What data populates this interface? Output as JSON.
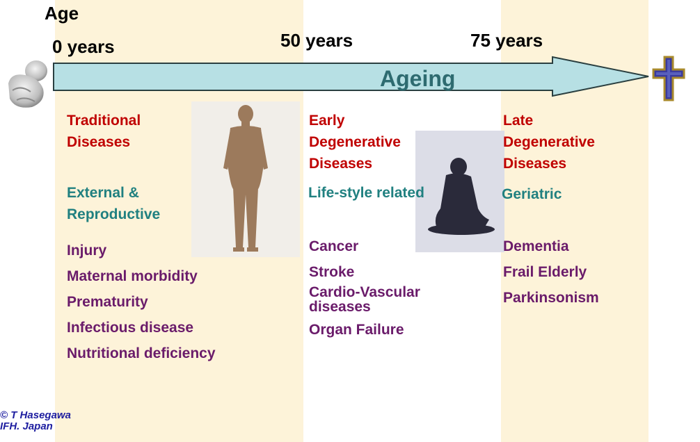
{
  "header": {
    "age_title": "Age",
    "ticks": [
      "0 years",
      "50 years",
      "75 years"
    ]
  },
  "arrow": {
    "label": "Ageing",
    "color": "#b7e0e4"
  },
  "columns": [
    {
      "category": [
        "Traditional",
        "Diseases"
      ],
      "type": [
        "External &",
        "Reproductive"
      ],
      "conditions": [
        "Injury",
        "Maternal morbidity",
        "Prematurity",
        "Infectious disease",
        "Nutritional deficiency"
      ]
    },
    {
      "category": [
        "Early",
        "Degenerative",
        "Diseases"
      ],
      "type": [
        "Life-style related"
      ],
      "conditions": [
        "Cancer",
        "Stroke",
        "Cardio-Vascular diseases",
        "Organ Failure"
      ]
    },
    {
      "category": [
        "Late",
        "Degenerative",
        "Diseases"
      ],
      "type": [
        "Geriatric"
      ],
      "conditions": [
        "Dementia",
        "Frail Elderly",
        "Parkinsonism"
      ]
    }
  ],
  "copyright": [
    "© T Hasegawa",
    "IFH. Japan"
  ],
  "colors": {
    "band": "#fdf3d9",
    "category": "#c00000",
    "type": "#208080",
    "condition": "#6a1b6a"
  },
  "icons": [
    "baby-sculpture-icon",
    "statue-figure-icon",
    "seated-elder-figure-icon",
    "cross-icon"
  ]
}
